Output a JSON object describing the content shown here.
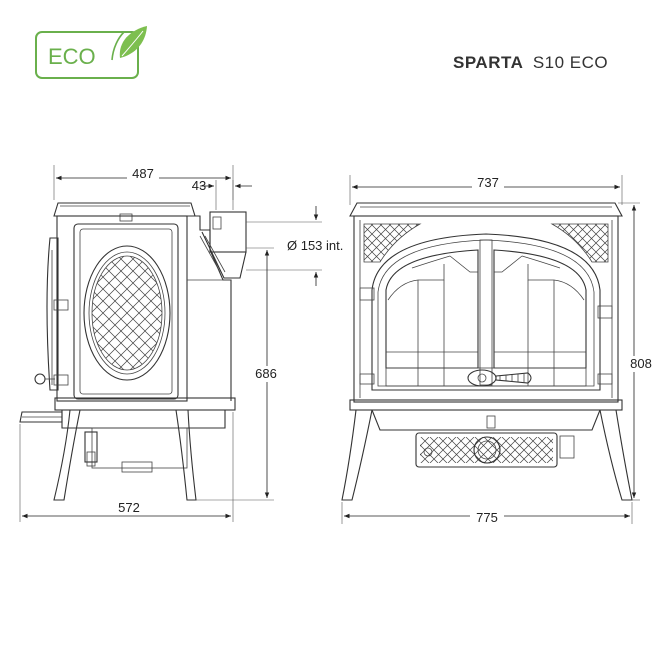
{
  "logo": {
    "text": "ECO",
    "color": "#6ab04c",
    "icon": "leaf-icon"
  },
  "title": {
    "brand": "SPARTA",
    "model": "S10 ECO"
  },
  "dimensions": {
    "side_depth_top": "487",
    "flue_offset": "43",
    "flue_diameter": "Ø 153 int.",
    "flue_height": "686",
    "side_total_depth": "572",
    "front_width_top": "737",
    "front_height": "808",
    "front_total_width": "775"
  },
  "colors": {
    "line": "#333333",
    "eco_green": "#6ab04c"
  }
}
